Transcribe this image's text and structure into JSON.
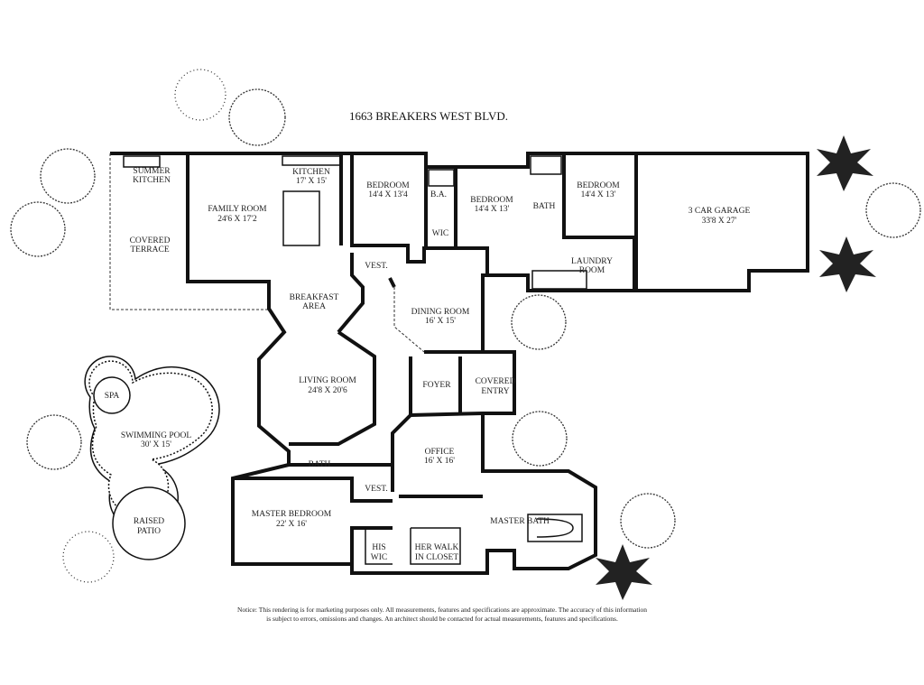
{
  "title": "1663 BREAKERS WEST BLVD.",
  "rooms": {
    "summer_kitchen": [
      "SUMMER",
      "KITCHEN"
    ],
    "covered_terrace": [
      "COVERED",
      "TERRACE"
    ],
    "family_room": [
      "FAMILY ROOM",
      "24'6 X 17'2"
    ],
    "kitchen": [
      "KITCHEN",
      "17' X 15'"
    ],
    "bedroom1": [
      "BEDROOM",
      "14'4 X 13'4"
    ],
    "ba": "B.A.",
    "wic": "WIC",
    "bedroom2": [
      "BEDROOM",
      "14'4 X 13'"
    ],
    "bath1": "BATH",
    "bedroom3": [
      "BEDROOM",
      "14'4 X 13'"
    ],
    "garage": [
      "3 CAR GARAGE",
      "33'8 X 27'"
    ],
    "laundry": [
      "LAUNDRY",
      "ROOM"
    ],
    "vest1": "VEST.",
    "breakfast": [
      "BREAKFAST",
      "AREA"
    ],
    "dining": [
      "DINING ROOM",
      "16' X 15'"
    ],
    "living": [
      "LIVING ROOM",
      "24'8 X 20'6"
    ],
    "foyer": "FOYER",
    "covered_entry": [
      "COVERED",
      "ENTRY"
    ],
    "spa": "SPA",
    "pool": [
      "SWIMMING POOL",
      "30' X 15'"
    ],
    "raised_patio": [
      "RAISED",
      "PATIO"
    ],
    "office": [
      "OFFICE",
      "16' X 16'"
    ],
    "bath2": "BATH",
    "vest2": "VEST.",
    "master_bedroom": [
      "MASTER BEDROOM",
      "22' X 16'"
    ],
    "master_bath": "MASTER BATH",
    "his_wic": [
      "HIS",
      "WIC"
    ],
    "her_closet": [
      "HER WALK",
      "IN CLOSET"
    ]
  },
  "notice": [
    "Notice: This rendering is for marketing purposes only. All measurements, features and specifications are approximate. The accuracy of this information",
    "is subject to errors, omissions and changes. An architect should be contacted for actual measurements, features and specifications."
  ]
}
